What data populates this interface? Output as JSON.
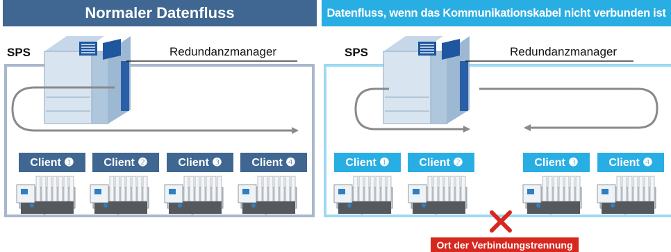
{
  "left_panel": {
    "title": "Normaler Datenfluss",
    "sps_label": "SPS",
    "manager_label": "Redundanzmanager",
    "clients": [
      "Client ❶",
      "Client ❷",
      "Client ❸",
      "Client ❹"
    ]
  },
  "right_panel": {
    "title": "Datenfluss, wenn das Kommunikationskabel nicht verbunden ist",
    "sps_label": "SPS",
    "manager_label": "Redundanzmanager",
    "clients": [
      "Client ❶",
      "Client ❷",
      "Client ❸",
      "Client ❹"
    ],
    "disconnection_label": "Ort der Verbindungstrennung"
  },
  "colors": {
    "dark_blue": "#3f6791",
    "light_blue": "#29aee3",
    "left_network_line": "#a9b7cd",
    "right_network_line": "#9ed9f2",
    "flow_arrow": "#8a8a8a",
    "error_red": "#d7281f"
  }
}
